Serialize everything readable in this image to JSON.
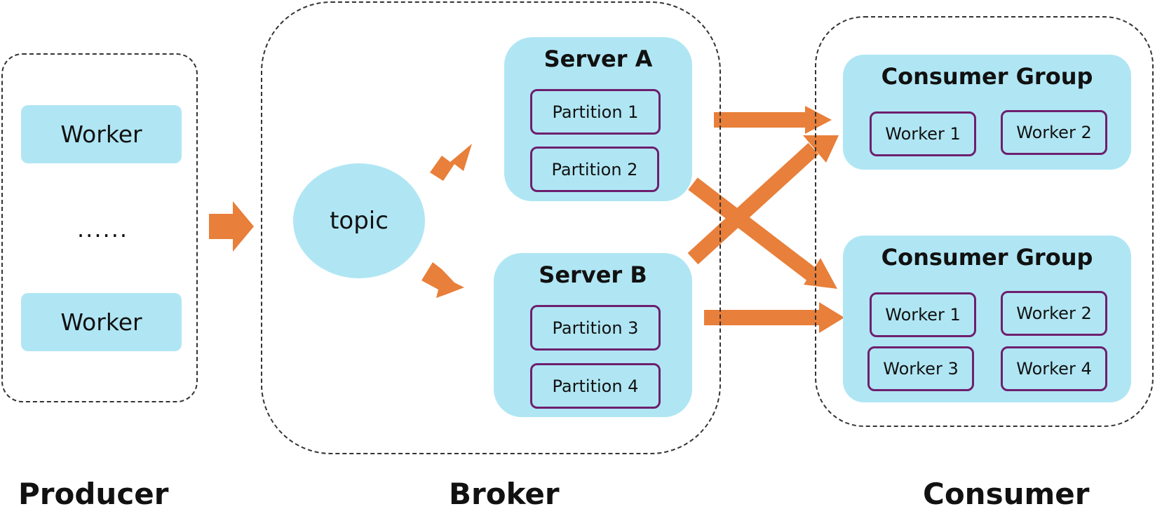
{
  "producer": {
    "label": "Producer",
    "workers": [
      "Worker",
      "Worker"
    ],
    "ellipsis": "......"
  },
  "broker": {
    "label": "Broker",
    "topic": "topic",
    "servers": [
      {
        "title": "Server A",
        "partitions": [
          "Partition 1",
          "Partition 2"
        ]
      },
      {
        "title": "Server B",
        "partitions": [
          "Partition 3",
          "Partition 4"
        ]
      }
    ]
  },
  "consumer": {
    "label": "Consumer",
    "groups": [
      {
        "title": "Consumer Group",
        "workers": [
          "Worker 1",
          "Worker 2"
        ]
      },
      {
        "title": "Consumer Group",
        "workers": [
          "Worker 1",
          "Worker 2",
          "Worker 3",
          "Worker 4"
        ]
      }
    ]
  },
  "colors": {
    "box_fill": "#b0e6f4",
    "arrow": "#e87f3a",
    "chip_border": "#6e1f6e",
    "dashed_border": "#333333"
  }
}
